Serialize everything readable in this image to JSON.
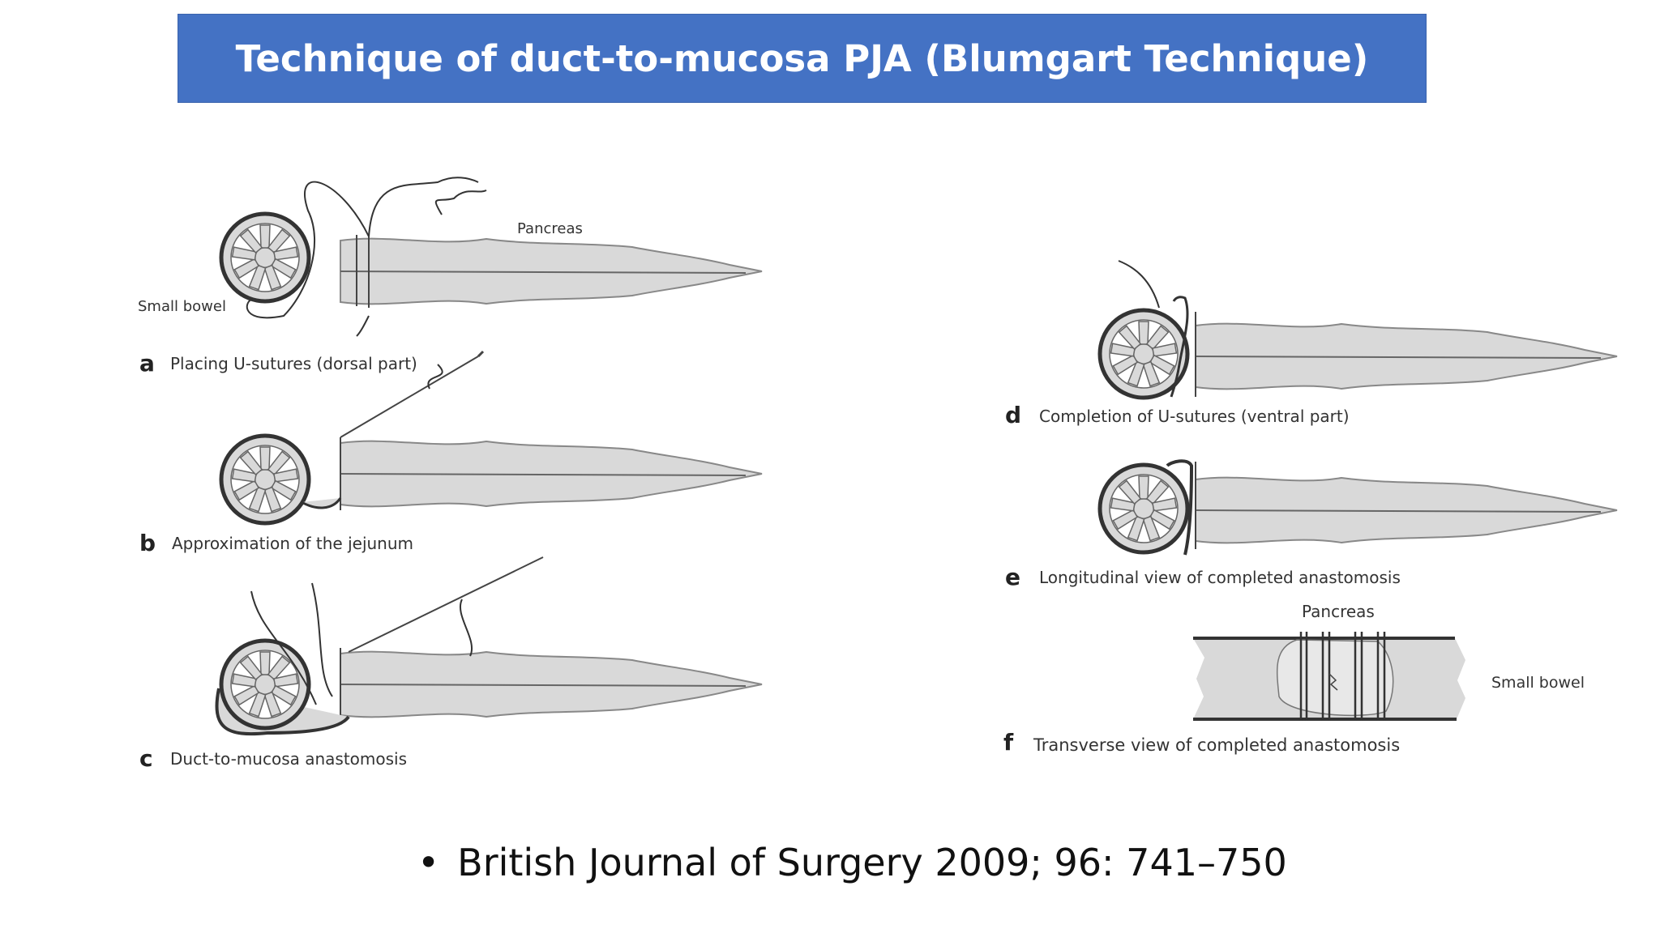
{
  "slide": {
    "title": "Technique of duct-to-mucosa PJA (Blumgart Technique)",
    "citation": "British Journal of Surgery 2009; 96: 741–750",
    "bullet": "•"
  },
  "panels": {
    "a": {
      "letter": "a",
      "caption": "Placing U-sutures (dorsal part)"
    },
    "b": {
      "letter": "b",
      "caption": "Approximation of the jejunum"
    },
    "c": {
      "letter": "c",
      "caption": "Duct-to-mucosa anastomosis"
    },
    "d": {
      "letter": "d",
      "caption": "Completion of U-sutures (ventral part)"
    },
    "e": {
      "letter": "e",
      "caption": "Longitudinal view of completed anastomosis"
    },
    "f": {
      "letter": "f",
      "caption": "Transverse view of completed anastomosis"
    }
  },
  "labels": {
    "pancreas_a": "Pancreas",
    "small_bowel_a": "Small bowel",
    "pancreas_f": "Pancreas",
    "small_bowel_f": "Small bowel"
  },
  "colors": {
    "title_bg": "#4472c4",
    "tissue": "#d9d9d9",
    "outline": "#444444"
  }
}
